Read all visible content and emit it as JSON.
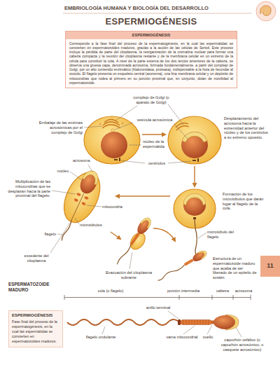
{
  "diagram": {
    "title": "ESPERMIOGÉNESIS",
    "nodes": [
      {
        "text": [
          "ESPERMIOGÉNESIS",
          "Corresponde a la fase final del proceso de la espermatogénesis, en la cual las espermátidas se convierten en espermatozoides maduros, gracias a la acción de las células de Sertoli. Este proceso incluye la pérdida de parte del citoplasma, la reorganización de la cromatina nuclear para formar una cabeza compacta y la reunión del citoplasma restante y de la membrana celular en un extremo de la célula para constituir la cola. A nivel de la parte externa de los dos tercios anteriores de la cabeza, se observa una gruesa capa, denominada acrosoma, formada fundamentalmente, a partir del complejo de Golgi, por un alto contenido enzimático (hialuronidasa, proteasa), indispensable a la hora de fecundar al ovocito. El flagelo presenta un esqueleto central (axonema), una fina membrana celular y un depósito de mitocondrias que rodea al primero en su porción proximal que, en conjunto, dotan de movilidad al espermatozoide."
        ]
      },
      {
        "text": [
          "ESPERMIOGÉNESIS",
          "Fase final del proceso de la espermatogénesis, en la cual las espermátidas se convierten en espermatozoides maduros."
        ]
      }
    ],
    "labels": [
      "EMBRIOLOGÍA HUMANA Y BIOLOGÍA DEL DESARROLLO",
      "complejo de Golgi (o aparato de Golgi)",
      "vesícula acrosómica",
      "Embalaje de las enzimas acrosómicas por el complejo de Golgi",
      "núcleo de la espermátida",
      "centriolos",
      "Desplazamiento del acrosoma hacia la extremidad anterior del núcleo y de los centriolos a su extremo opuesto.",
      "acrosoma",
      "núcleo",
      "Multiplicación de las mitocondrias que se desplazan hacia la parte proximal del flagelo.",
      "mitocondria",
      "Formación de los microtúbulos que darán lugar al flagelo de la cola.",
      "microtúbulos",
      "microtúbulo del flagelo",
      "flagelo",
      "excedente del citoplasma",
      "Evacuación del citoplasma sobrante",
      "Estructura de un espermatozoide maduro que acaba de ser liberado de un epitelio de sostén.",
      "11",
      "ESPERMATOZOIDE MADURO",
      "cola (o flagelo)",
      "porción intermedia",
      "cabeza",
      "acrosoma",
      "anillo terminal",
      "flagelo ondulante",
      "vaina mitocondrial",
      "cuello",
      "capuchón cefálico (o capuchón acrosómico, o casquete acrosómico)"
    ]
  }
}
